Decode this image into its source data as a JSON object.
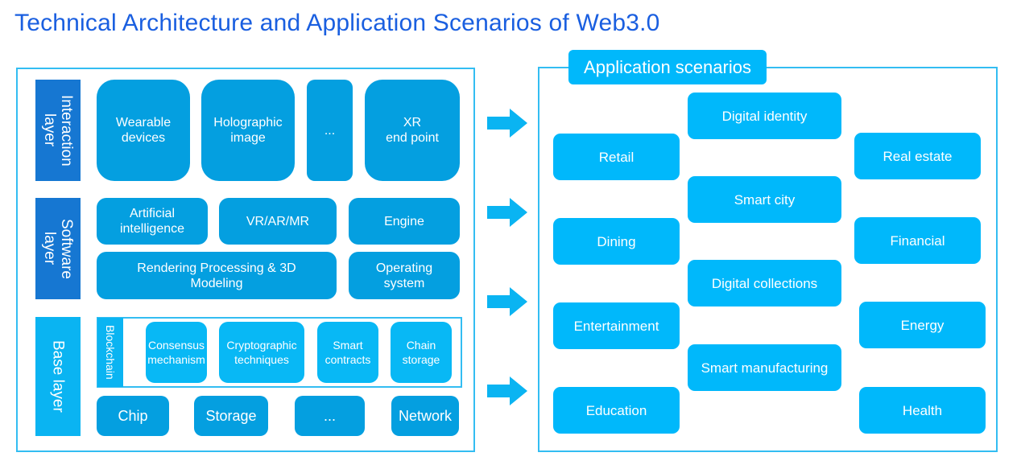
{
  "title": "Technical Architecture and Application Scenarios of Web3.0",
  "architecture": {
    "interaction_layer": {
      "label": "Interaction\nlayer",
      "items": [
        "Wearable\ndevices",
        "Holographic\nimage",
        "...",
        "XR\nend point"
      ]
    },
    "software_layer": {
      "label": "Software\nlayer",
      "row1": [
        "Artificial\nintelligence",
        "VR/AR/MR",
        "Engine"
      ],
      "row2": [
        "Rendering Processing & 3D\nModeling",
        "Operating\nsystem"
      ]
    },
    "base_layer": {
      "label": "Base layer",
      "blockchain": {
        "label": "Blockchain",
        "items": [
          "Consensus\nmechanism",
          "Cryptographic\ntechniques",
          "Smart\ncontracts",
          "Chain\nstorage"
        ]
      },
      "items": [
        "Chip",
        "Storage",
        "...",
        "Network"
      ]
    }
  },
  "arrows": [
    "arrow-right",
    "arrow-right",
    "arrow-right",
    "arrow-right"
  ],
  "scenarios": {
    "title": "Application scenarios",
    "left": [
      "Retail",
      "Dining",
      "Entertainment",
      "Education"
    ],
    "center": [
      "Digital identity",
      "Smart city",
      "Digital collections",
      "Smart manufacturing"
    ],
    "right": [
      "Real estate",
      "Financial",
      "Energy",
      "Health"
    ]
  },
  "colors": {
    "title": "#1a5fe0",
    "frame": "#33bdf2",
    "dark_label": "#1677d2",
    "light_label": "#0ab4f2",
    "box": "#049fe0",
    "scenario_box": "#00b8fb"
  }
}
